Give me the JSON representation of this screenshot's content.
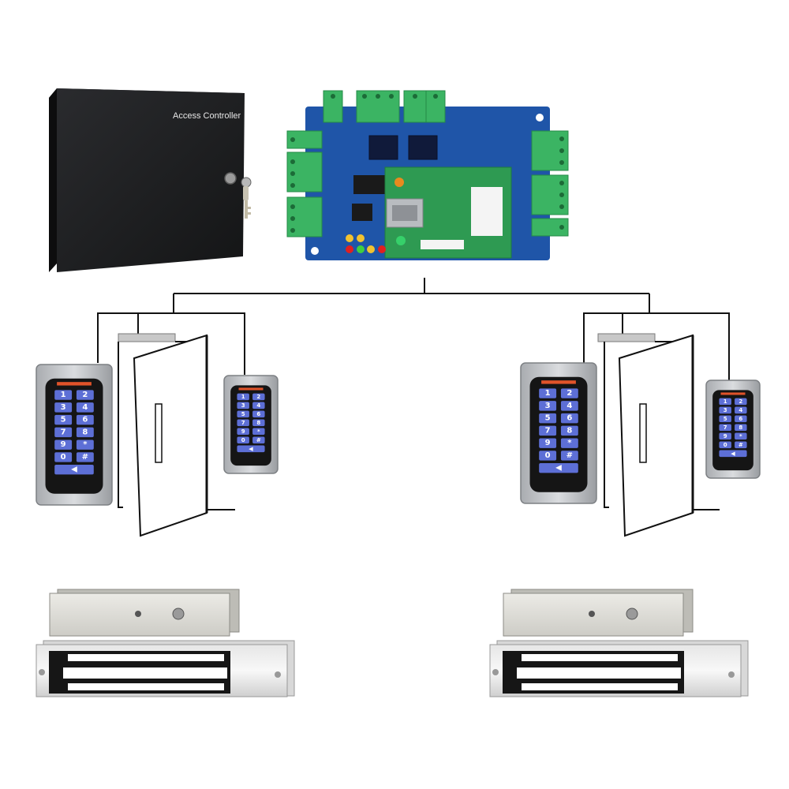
{
  "controller_box": {
    "label": "Access Controller",
    "color": "#1e1f21"
  },
  "control_board": {
    "board_color": "#1f55a8",
    "module_color": "#2e9a52",
    "terminal_color": "#3bb463",
    "status_leds": [
      "#f2c230",
      "#f2c230",
      "#e02020",
      "#3fcf3f",
      "#f2c230",
      "#e02020"
    ]
  },
  "keypad": {
    "keys": [
      "1",
      "2",
      "3",
      "4",
      "5",
      "6",
      "7",
      "8",
      "9",
      "*",
      "0",
      "#"
    ],
    "bell_symbol": "◀",
    "key_color": "#5d6fd6"
  },
  "wiring": {
    "color": "#111111"
  },
  "magnetic_lock": {
    "color": "#c9c9c9"
  }
}
